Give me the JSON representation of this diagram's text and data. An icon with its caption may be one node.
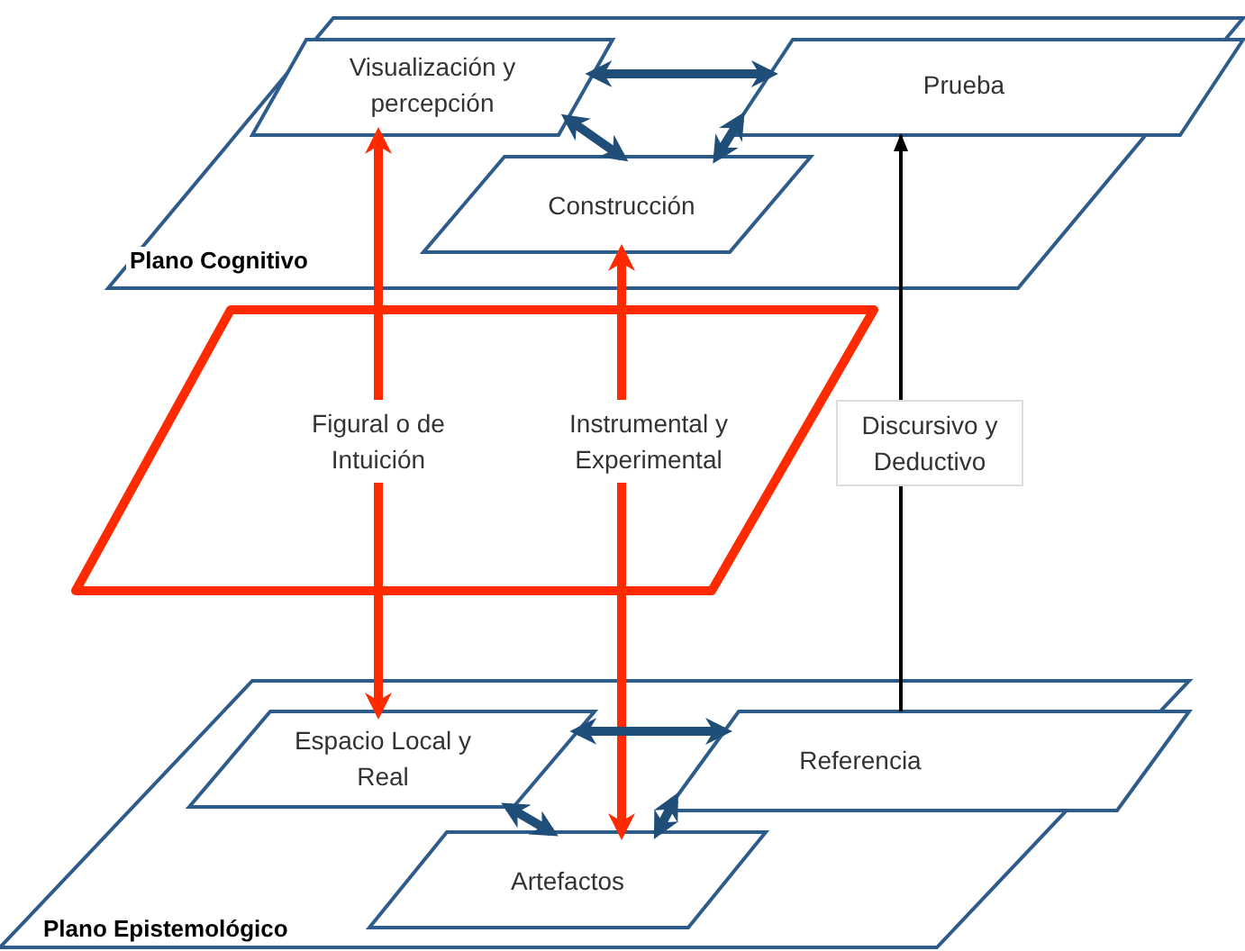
{
  "diagram": {
    "nodes": [
      {
        "text": [
          "Plano Cognitivo"
        ]
      },
      {
        "text": [
          "Visualización y percepción"
        ],
        "in": 0
      },
      {
        "text": [
          "Prueba"
        ],
        "in": 0
      },
      {
        "text": [
          "Construcción"
        ],
        "in": 0
      },
      {
        "text": [
          "Plano Epistemológico"
        ]
      },
      {
        "text": [
          "Espacio Local y Real"
        ],
        "in": 4
      },
      {
        "text": [
          "Referencia"
        ],
        "in": 4
      },
      {
        "text": [
          "Artefactos"
        ],
        "in": 4
      }
    ],
    "edges": [
      {
        "from": 1,
        "to": 2,
        "arrow": "both"
      },
      {
        "from": 1,
        "to": 3,
        "arrow": "both"
      },
      {
        "from": 2,
        "to": 3,
        "arrow": "both"
      },
      {
        "from": 5,
        "to": 1,
        "arrow": "both",
        "label": "Figural o de Intuición",
        "color": "#ff2a00"
      },
      {
        "from": 3,
        "to": 7,
        "arrow": "both",
        "label": "Instrumental y Experimental",
        "color": "#ff2a00"
      },
      {
        "from": 6,
        "to": 2,
        "arrow": "to",
        "label": "Discursivo y Deductivo",
        "color": "#000000"
      },
      {
        "from": 5,
        "to": 6,
        "arrow": "both"
      },
      {
        "from": 5,
        "to": 7,
        "arrow": "both"
      },
      {
        "from": 6,
        "to": 7,
        "arrow": "both"
      }
    ]
  }
}
